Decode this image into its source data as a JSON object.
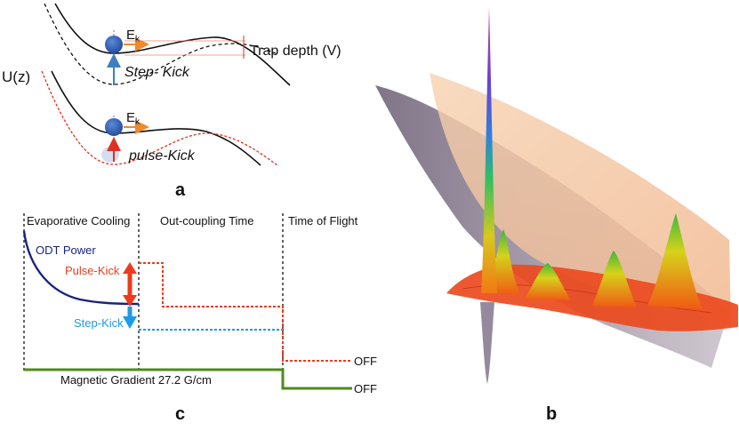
{
  "panel_a": {
    "ylabel": "U(z)",
    "ek_base": "E",
    "ek_sub": "k",
    "trap_depth": "Trap depth (V)",
    "step_kick": "Step- Kick",
    "pulse_kick": "pulse-Kick",
    "label": "a"
  },
  "panel_c": {
    "phase1": "Evaporative Cooling",
    "phase2": "Out-coupling Time",
    "phase3": "Time of Flight",
    "odt_power": "ODT Power",
    "pulse_kick": "Pulse-Kick",
    "step_kick": "Step-Kick",
    "magnetic": "Magnetic Gradient 27.2 G/cm",
    "off1": "OFF",
    "off2": "OFF",
    "label": "c"
  },
  "panel_b": {
    "label": "b"
  },
  "colors": {
    "odt": "#1a237e",
    "pulse": "#ee3a1c",
    "step": "#1e9be8",
    "magnetic": "#4d8c1a",
    "arrow_orange": "#ec8a2e",
    "atom": "#2f5fb4",
    "surface_gray": "#7e6f86",
    "surface_peach": "#f3c39c"
  }
}
